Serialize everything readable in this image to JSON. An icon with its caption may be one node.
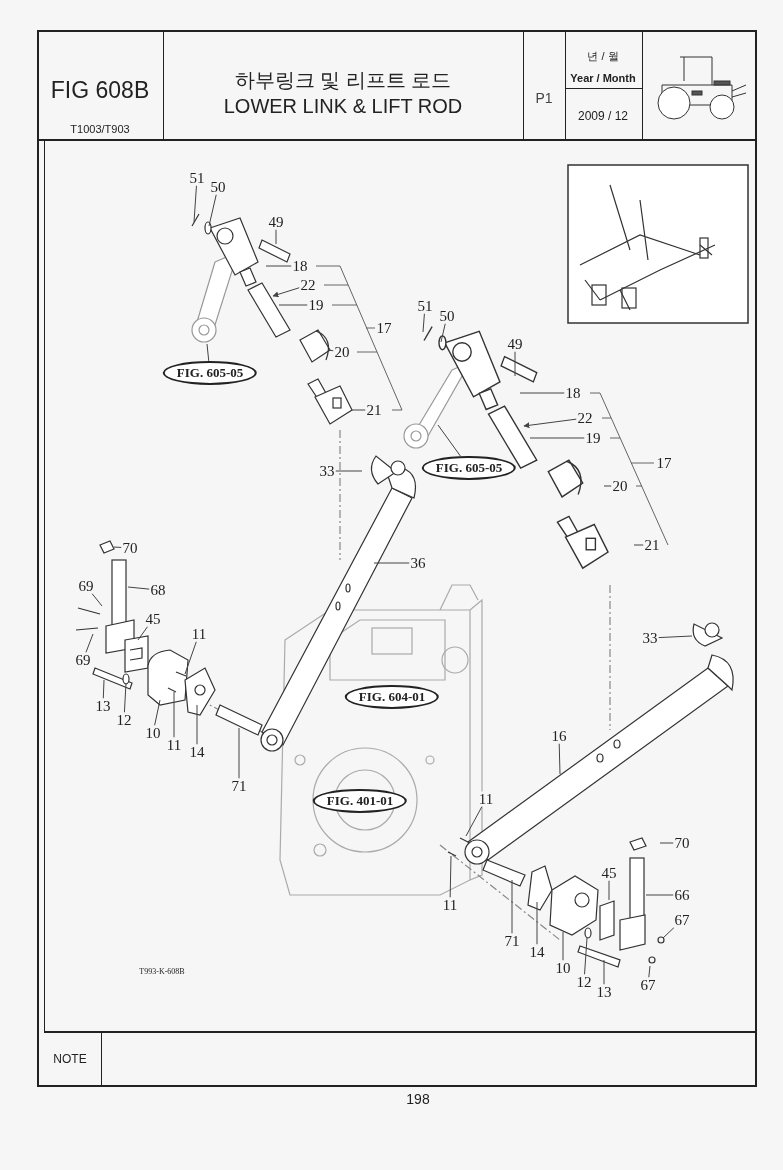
{
  "diagram": {
    "nodes": [
      {
        "text": [
          "51"
        ]
      },
      {
        "text": [
          "50"
        ]
      },
      {
        "text": [
          "49"
        ]
      },
      {
        "text": [
          "18"
        ]
      },
      {
        "text": [
          "22"
        ]
      },
      {
        "text": [
          "19"
        ]
      },
      {
        "text": [
          "51"
        ]
      },
      {
        "text": [
          "50"
        ]
      },
      {
        "text": [
          "49"
        ]
      },
      {
        "text": [
          "20"
        ]
      },
      {
        "text": [
          "FIG. 605-05"
        ]
      },
      {
        "text": [
          "18"
        ]
      },
      {
        "text": [
          "21"
        ]
      },
      {
        "text": [
          "22"
        ]
      },
      {
        "text": [
          "19"
        ]
      },
      {
        "text": [
          "FIG. 605-05"
        ]
      },
      {
        "text": [
          "33"
        ]
      },
      {
        "text": [
          "20"
        ]
      },
      {
        "text": [
          "21"
        ]
      },
      {
        "text": [
          "70"
        ]
      },
      {
        "text": [
          "36"
        ]
      },
      {
        "text": [
          "68"
        ]
      },
      {
        "text": [
          "69"
        ]
      },
      {
        "text": [
          "45"
        ]
      },
      {
        "text": [
          "11"
        ]
      },
      {
        "text": [
          "33"
        ]
      },
      {
        "text": [
          "69"
        ]
      },
      {
        "text": [
          "FIG. 604-01"
        ]
      },
      {
        "text": [
          "13"
        ]
      },
      {
        "text": [
          "12"
        ]
      },
      {
        "text": [
          "10"
        ]
      },
      {
        "text": [
          "16"
        ]
      },
      {
        "text": [
          "11"
        ]
      },
      {
        "text": [
          "14"
        ]
      },
      {
        "text": [
          "71"
        ]
      },
      {
        "text": [
          "11"
        ]
      },
      {
        "text": [
          "FIG. 401-01"
        ]
      },
      {
        "text": [
          "70"
        ]
      },
      {
        "text": [
          "45"
        ]
      },
      {
        "text": [
          "66"
        ]
      },
      {
        "text": [
          "11"
        ]
      },
      {
        "text": [
          "67"
        ]
      },
      {
        "text": [
          "71"
        ]
      },
      {
        "text": [
          "14"
        ]
      },
      {
        "text": [
          "10"
        ]
      },
      {
        "text": [
          "12"
        ]
      },
      {
        "text": [
          "13"
        ]
      },
      {
        "text": [
          "67"
        ]
      }
    ],
    "edges": [
      {
        "from": 0,
        "to": null,
        "arrow": "none"
      },
      {
        "from": 1,
        "to": null,
        "arrow": "none"
      },
      {
        "from": 2,
        "to": null,
        "arrow": "none"
      },
      {
        "from": 3,
        "to": null,
        "arrow": "none"
      },
      {
        "from": 4,
        "to": null,
        "arrow": "to"
      },
      {
        "from": 5,
        "to": null,
        "arrow": "none"
      },
      {
        "from": 6,
        "to": null,
        "arrow": "none"
      },
      {
        "from": 7,
        "to": null,
        "arrow": "none"
      },
      {
        "from": 8,
        "to": null,
        "arrow": "none"
      },
      {
        "from": 9,
        "to": null,
        "arrow": "none"
      },
      {
        "from": 10,
        "to": null,
        "arrow": "none"
      },
      {
        "from": 11,
        "to": null,
        "arrow": "none"
      },
      {
        "from": 12,
        "to": null,
        "arrow": "none"
      },
      {
        "from": 13,
        "to": null,
        "arrow": "to"
      },
      {
        "from": 14,
        "to": null,
        "arrow": "none"
      },
      {
        "from": 15,
        "to": null,
        "arrow": "none"
      },
      {
        "from": 16,
        "to": null,
        "arrow": "none"
      },
      {
        "from": 17,
        "to": null,
        "arrow": "none"
      },
      {
        "from": 18,
        "to": null,
        "arrow": "none"
      },
      {
        "from": 19,
        "to": null,
        "arrow": "none"
      },
      {
        "from": 20,
        "to": null,
        "arrow": "none"
      },
      {
        "from": 21,
        "to": null,
        "arrow": "none"
      },
      {
        "from": 22,
        "to": null,
        "arrow": "none"
      },
      {
        "from": 23,
        "to": null,
        "arrow": "none"
      },
      {
        "from": 24,
        "to": null,
        "arrow": "none"
      },
      {
        "from": 25,
        "to": null,
        "arrow": "none"
      },
      {
        "from": 26,
        "to": null,
        "arrow": "none"
      },
      {
        "from": 28,
        "to": null,
        "arrow": "none"
      },
      {
        "from": 29,
        "to": null,
        "arrow": "none"
      },
      {
        "from": 30,
        "to": null,
        "arrow": "none"
      },
      {
        "from": 31,
        "to": null,
        "arrow": "none"
      },
      {
        "from": 32,
        "to": null,
        "arrow": "none"
      },
      {
        "from": 33,
        "to": null,
        "arrow": "none"
      },
      {
        "from": 34,
        "to": null,
        "arrow": "none"
      },
      {
        "from": 35,
        "to": null,
        "arrow": "none"
      },
      {
        "from": 37,
        "to": null,
        "arrow": "none"
      },
      {
        "from": 38,
        "to": null,
        "arrow": "none"
      },
      {
        "from": 39,
        "to": null,
        "arrow": "none"
      },
      {
        "from": 40,
        "to": null,
        "arrow": "none"
      },
      {
        "from": 41,
        "to": null,
        "arrow": "none"
      },
      {
        "from": 42,
        "to": null,
        "arrow": "none"
      },
      {
        "from": 43,
        "to": null,
        "arrow": "none"
      },
      {
        "from": 44,
        "to": null,
        "arrow": "none"
      },
      {
        "from": 45,
        "to": null,
        "arrow": "none"
      },
      {
        "from": 46,
        "to": null,
        "arrow": "none"
      },
      {
        "from": 47,
        "to": null,
        "arrow": "none"
      }
    ],
    "labels": [
      "FIG 608B",
      "하부링크 및 리프트 로드",
      "LOWER LINK & LIFT ROD",
      "P1",
      "년 / 월",
      "Year / Month",
      "2009 / 12",
      "T1003/T903",
      "17",
      "17",
      "T993-K-608B",
      "NOTE",
      "198"
    ]
  }
}
